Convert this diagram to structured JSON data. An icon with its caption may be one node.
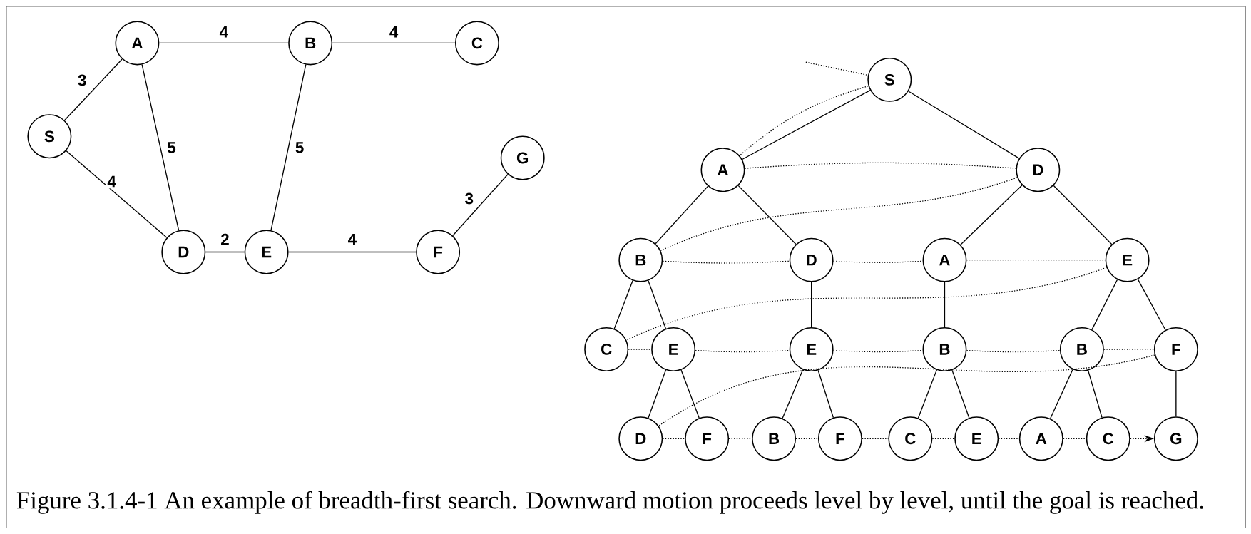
{
  "diagram": {
    "caption": "Figure 3.1.4-1 An example of breadth-first search. Downward motion proceeds level by level, until the goal is reached.",
    "nodes": [
      {
        "text": [
          "S"
        ]
      },
      {
        "text": [
          "A"
        ]
      },
      {
        "text": [
          "B"
        ]
      },
      {
        "text": [
          "C"
        ]
      },
      {
        "text": [
          "D"
        ]
      },
      {
        "text": [
          "E"
        ]
      },
      {
        "text": [
          "F"
        ]
      },
      {
        "text": [
          "G"
        ]
      },
      {
        "text": [
          "S"
        ]
      },
      {
        "text": [
          "A"
        ]
      },
      {
        "text": [
          "D"
        ]
      },
      {
        "text": [
          "B"
        ]
      },
      {
        "text": [
          "D"
        ]
      },
      {
        "text": [
          "A"
        ]
      },
      {
        "text": [
          "E"
        ]
      },
      {
        "text": [
          "C"
        ]
      },
      {
        "text": [
          "E"
        ]
      },
      {
        "text": [
          "E"
        ]
      },
      {
        "text": [
          "B"
        ]
      },
      {
        "text": [
          "B"
        ]
      },
      {
        "text": [
          "F"
        ]
      },
      {
        "text": [
          "D"
        ]
      },
      {
        "text": [
          "F"
        ]
      },
      {
        "text": [
          "B"
        ]
      },
      {
        "text": [
          "F"
        ]
      },
      {
        "text": [
          "C"
        ]
      },
      {
        "text": [
          "E"
        ]
      },
      {
        "text": [
          "A"
        ]
      },
      {
        "text": [
          "C"
        ]
      },
      {
        "text": [
          "G"
        ]
      }
    ],
    "edges": [
      {
        "from": 0,
        "to": 1,
        "arrow": "none",
        "label": "3"
      },
      {
        "from": 1,
        "to": 2,
        "arrow": "none",
        "label": "4"
      },
      {
        "from": 2,
        "to": 3,
        "arrow": "none",
        "label": "4"
      },
      {
        "from": 0,
        "to": 4,
        "arrow": "none",
        "label": "4"
      },
      {
        "from": 1,
        "to": 4,
        "arrow": "none",
        "label": "5"
      },
      {
        "from": 2,
        "to": 5,
        "arrow": "none",
        "label": "5"
      },
      {
        "from": 4,
        "to": 5,
        "arrow": "none",
        "label": "2"
      },
      {
        "from": 5,
        "to": 6,
        "arrow": "none",
        "label": "4"
      },
      {
        "from": 6,
        "to": 7,
        "arrow": "none",
        "label": "3"
      },
      {
        "from": 8,
        "to": 9,
        "arrow": "none"
      },
      {
        "from": 8,
        "to": 10,
        "arrow": "none"
      },
      {
        "from": 9,
        "to": 11,
        "arrow": "none"
      },
      {
        "from": 9,
        "to": 12,
        "arrow": "none"
      },
      {
        "from": 10,
        "to": 13,
        "arrow": "none"
      },
      {
        "from": 10,
        "to": 14,
        "arrow": "none"
      },
      {
        "from": 11,
        "to": 15,
        "arrow": "none"
      },
      {
        "from": 11,
        "to": 16,
        "arrow": "none"
      },
      {
        "from": 12,
        "to": 17,
        "arrow": "none"
      },
      {
        "from": 13,
        "to": 18,
        "arrow": "none"
      },
      {
        "from": 14,
        "to": 19,
        "arrow": "none"
      },
      {
        "from": 14,
        "to": 20,
        "arrow": "none"
      },
      {
        "from": 16,
        "to": 21,
        "arrow": "none"
      },
      {
        "from": 16,
        "to": 22,
        "arrow": "none"
      },
      {
        "from": 17,
        "to": 23,
        "arrow": "none"
      },
      {
        "from": 17,
        "to": 24,
        "arrow": "none"
      },
      {
        "from": 18,
        "to": 25,
        "arrow": "none"
      },
      {
        "from": 18,
        "to": 26,
        "arrow": "none"
      },
      {
        "from": 19,
        "to": 27,
        "arrow": "none"
      },
      {
        "from": 19,
        "to": 28,
        "arrow": "none"
      },
      {
        "from": 20,
        "to": 29,
        "arrow": "none"
      },
      {
        "from": null,
        "to": 8,
        "arrow": "none",
        "style": "dashed"
      },
      {
        "from": 8,
        "to": 9,
        "arrow": "none",
        "style": "dashed"
      },
      {
        "from": 9,
        "to": 10,
        "arrow": "none",
        "style": "dashed"
      },
      {
        "from": 10,
        "to": 11,
        "arrow": "none",
        "style": "dashed"
      },
      {
        "from": 11,
        "to": 12,
        "arrow": "none",
        "style": "dashed"
      },
      {
        "from": 12,
        "to": 13,
        "arrow": "none",
        "style": "dashed"
      },
      {
        "from": 13,
        "to": 14,
        "arrow": "none",
        "style": "dashed"
      },
      {
        "from": 14,
        "to": 15,
        "arrow": "none",
        "style": "dashed"
      },
      {
        "from": 15,
        "to": 16,
        "arrow": "none",
        "style": "dashed"
      },
      {
        "from": 16,
        "to": 17,
        "arrow": "none",
        "style": "dashed"
      },
      {
        "from": 17,
        "to": 18,
        "arrow": "none",
        "style": "dashed"
      },
      {
        "from": 18,
        "to": 19,
        "arrow": "none",
        "style": "dashed"
      },
      {
        "from": 19,
        "to": 20,
        "arrow": "none",
        "style": "dashed"
      },
      {
        "from": 20,
        "to": 21,
        "arrow": "none",
        "style": "dashed"
      },
      {
        "from": 21,
        "to": 22,
        "arrow": "none",
        "style": "dashed"
      },
      {
        "from": 22,
        "to": 23,
        "arrow": "none",
        "style": "dashed"
      },
      {
        "from": 23,
        "to": 24,
        "arrow": "none",
        "style": "dashed"
      },
      {
        "from": 24,
        "to": 25,
        "arrow": "none",
        "style": "dashed"
      },
      {
        "from": 25,
        "to": 26,
        "arrow": "none",
        "style": "dashed"
      },
      {
        "from": 26,
        "to": 27,
        "arrow": "none",
        "style": "dashed"
      },
      {
        "from": 27,
        "to": 28,
        "arrow": "none",
        "style": "dashed"
      },
      {
        "from": 28,
        "to": 29,
        "arrow": "to",
        "style": "dashed"
      }
    ]
  }
}
